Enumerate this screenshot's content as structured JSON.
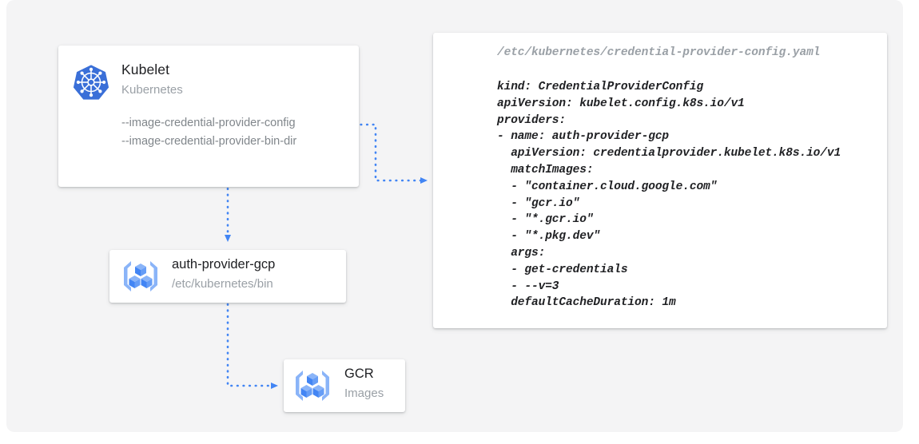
{
  "diagram": {
    "background_color": "#f4f4f5",
    "accent_color": "#4285f4",
    "canvas_color": "#f4f4f5"
  },
  "kubelet_card": {
    "icon": "kubernetes-icon",
    "title": "Kubelet",
    "subtitle": "Kubernetes",
    "flags": [
      "--image-credential-provider-config",
      "--image-credential-provider-bin-dir"
    ]
  },
  "auth_provider_card": {
    "icon": "container-registry-icon",
    "title": "auth-provider-gcp",
    "subtitle": "/etc/kubernetes/bin"
  },
  "gcr_card": {
    "icon": "container-registry-icon",
    "title": "GCR",
    "subtitle": "Images"
  },
  "yaml_card": {
    "path": "/etc/kubernetes/credential-provider-config.yaml",
    "content": "kind: CredentialProviderConfig\napiVersion: kubelet.config.k8s.io/v1\nproviders:\n- name: auth-provider-gcp\n  apiVersion: credentialprovider.kubelet.k8s.io/v1\n  matchImages:\n  - \"container.cloud.google.com\"\n  - \"gcr.io\"\n  - \"*.gcr.io\"\n  - \"*.pkg.dev\"\n  args:\n  - get-credentials\n  - --v=3\n  defaultCacheDuration: 1m"
  },
  "connectors": [
    {
      "name": "kubelet-to-yaml-config",
      "style": "dotted",
      "color": "#4285f4"
    },
    {
      "name": "kubelet-to-auth-provider",
      "style": "dotted",
      "color": "#4285f4"
    },
    {
      "name": "auth-provider-to-gcr",
      "style": "dotted",
      "color": "#4285f4"
    }
  ]
}
